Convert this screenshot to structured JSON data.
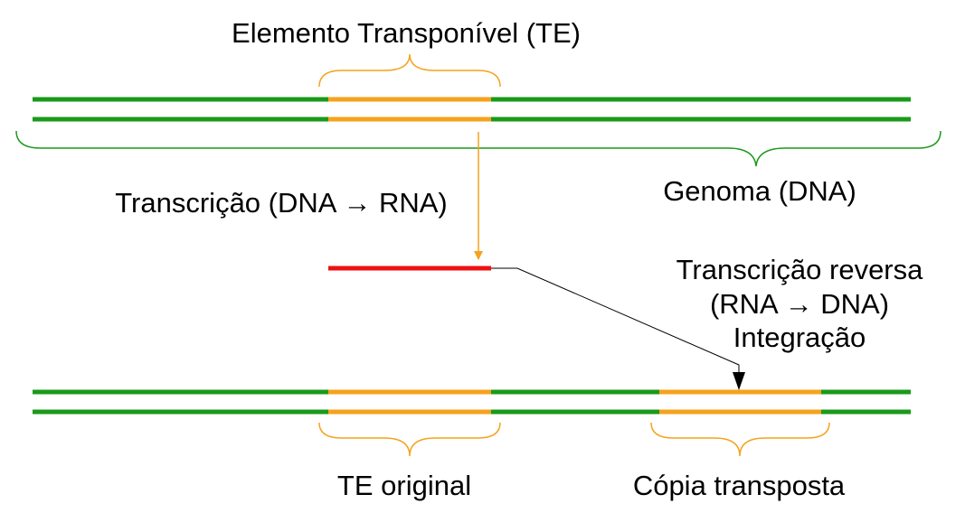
{
  "labels": {
    "te_title": "Elemento Transponível (TE)",
    "genome": "Genoma (DNA)",
    "transcription": "Transcrição (DNA → RNA)",
    "reverse_line1": "Transcrição reversa",
    "reverse_line2": "(RNA → DNA)",
    "reverse_line3": "Integração",
    "te_original": "TE original",
    "copy": "Cópia transposta"
  },
  "colors": {
    "dna": "#1a9a1a",
    "te": "#f5a21c",
    "rna": "#ee1111",
    "arrow": "#000000",
    "text": "#000000"
  }
}
